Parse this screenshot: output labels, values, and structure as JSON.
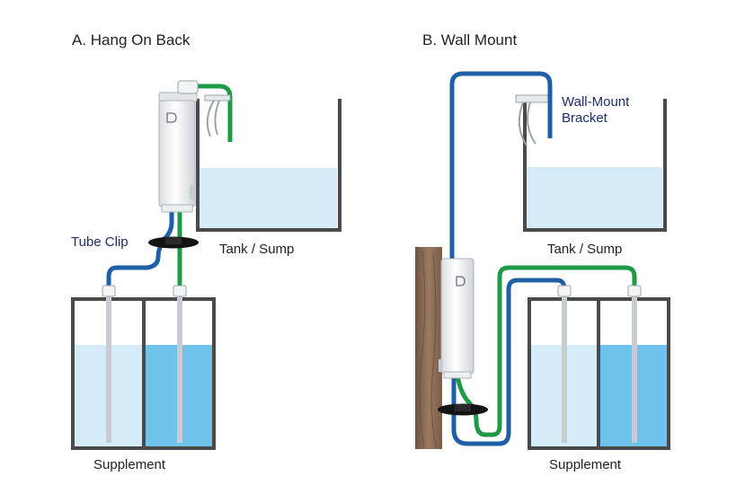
{
  "panels": {
    "hang_on_back": {
      "title": "A. Hang On Back",
      "tube_clip_label": "Tube Clip",
      "tank_label": "Tank / Sump",
      "supplement_label": "Supplement"
    },
    "wall_mount": {
      "title": "B. Wall Mount",
      "bracket_label_line1": "Wall-Mount",
      "bracket_label_line2": "Bracket",
      "tank_label": "Tank / Sump",
      "supplement_label": "Supplement"
    }
  },
  "colors": {
    "blue_tube": "#1f5fa8",
    "green_tube": "#1e9a46",
    "label_text": "#1c2f6b",
    "tank_outline": "#4a4a4a",
    "water_light": "#d6ebf8",
    "water_medium": "#bfe0f3",
    "water_strong": "#6fc3ea",
    "wood": "#8a6a53"
  }
}
